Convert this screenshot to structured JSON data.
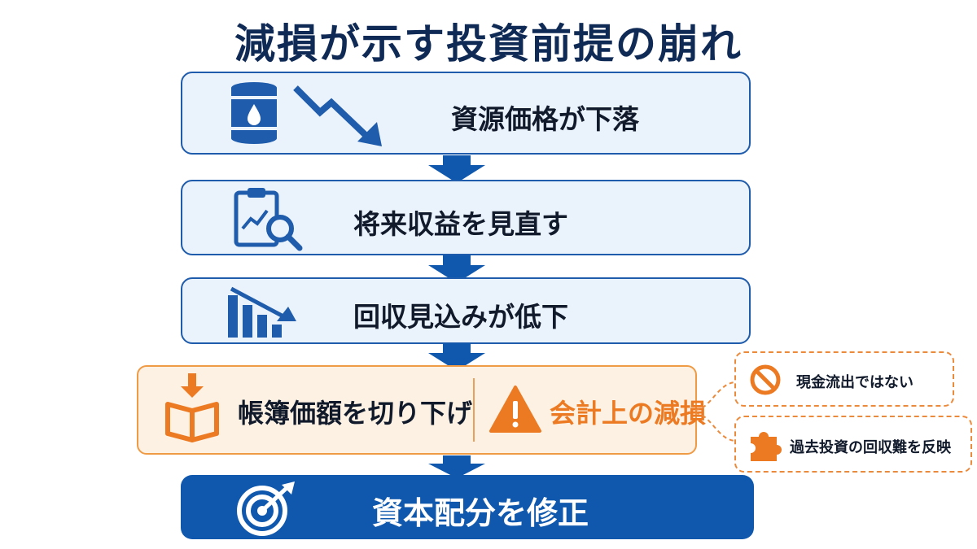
{
  "title": "減損が示す投資前提の崩れ",
  "steps": [
    {
      "label": "資源価格が下落",
      "icons": [
        "oil-barrel-icon",
        "downtrend-arrow-icon"
      ]
    },
    {
      "label": "将来収益を見直す",
      "icons": [
        "clipboard-chart-search-icon"
      ]
    },
    {
      "label": "回収見込みが低下",
      "icons": [
        "declining-bar-chart-icon"
      ]
    }
  ],
  "impairment": {
    "left_label": "帳簿価額を切り下げ",
    "left_icon": "book-down-arrow-icon",
    "right_label": "会計上の減損",
    "right_icon": "warning-icon"
  },
  "notes": [
    {
      "label": "現金流出ではない",
      "icon": "prohibited-icon"
    },
    {
      "label": "過去投資の回収難を反映",
      "icon": "puzzle-piece-icon"
    }
  ],
  "final": {
    "label": "資本配分を修正",
    "icon": "target-arrow-icon"
  },
  "colors": {
    "navy": "#102a56",
    "blue": "#1f5cab",
    "light_blue": "#eaf2fc",
    "orange": "#ec7a22",
    "light_orange": "#fdf1e3",
    "final_blue": "#0f58ad"
  }
}
